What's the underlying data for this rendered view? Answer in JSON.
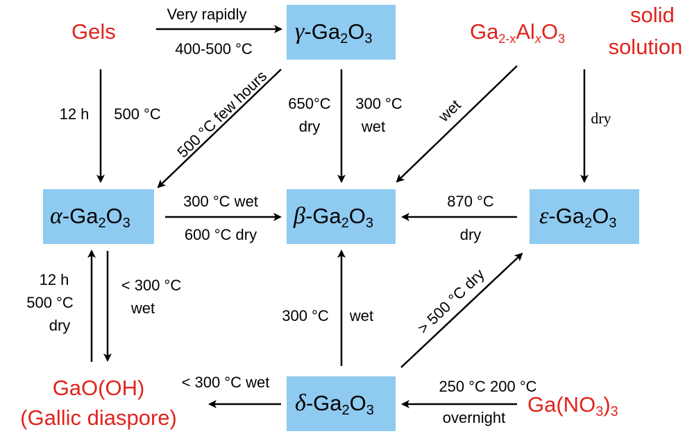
{
  "colors": {
    "box_fill": "#8fcaf0",
    "red_text": "#e0231d",
    "arrow": "#000000"
  },
  "nodes": {
    "gamma": {
      "symbol": "γ",
      "text": "-Ga",
      "sub1": "2",
      "mid": "O",
      "sub2": "3"
    },
    "alpha": {
      "symbol": "α",
      "text": "-Ga",
      "sub1": "2",
      "mid": "O",
      "sub2": "3"
    },
    "beta": {
      "symbol": "β",
      "text": "-Ga",
      "sub1": "2",
      "mid": "O",
      "sub2": "3"
    },
    "epsilon": {
      "symbol": "ε",
      "text": "-Ga",
      "sub1": "2",
      "mid": "O",
      "sub2": "3"
    },
    "delta": {
      "symbol": "δ",
      "text": "-Ga",
      "sub1": "2",
      "mid": "O",
      "sub2": "3"
    }
  },
  "red_labels": {
    "gels": "Gels",
    "solid_solution_part1": "Ga",
    "solid_solution_sub1": "2-x",
    "solid_solution_part2": "Al",
    "solid_solution_sub2": "x",
    "solid_solution_part3": "O",
    "solid_solution_sub3": "3",
    "solid_line1": "solid",
    "solid_line2": "solution",
    "gaooh_line1": "GaO(OH)",
    "gaooh_line2": "(Gallic diaspore)",
    "ganitrate_part1": "Ga(NO",
    "ganitrate_sub1": "3",
    "ganitrate_part2": ")",
    "ganitrate_sub2": "3"
  },
  "edge_labels": {
    "gels_gamma_top": "Very rapidly",
    "gels_gamma_bottom": "400-500 °C",
    "gels_alpha_left": "12 h",
    "gels_alpha_right": "500 °C",
    "gamma_alpha": "500 °C few hours",
    "gamma_beta_left1": "650°C",
    "gamma_beta_left2": "dry",
    "gamma_beta_right1": "300 °C",
    "gamma_beta_right2": "wet",
    "ss_beta": "wet",
    "ss_epsilon": "dry",
    "alpha_beta_top": "300 °C wet",
    "alpha_beta_bottom": "600 °C dry",
    "epsilon_beta_top": "870 °C",
    "epsilon_beta_bottom": "dry",
    "gaooh_alpha1": "12 h",
    "gaooh_alpha2": "500 °C",
    "gaooh_alpha3": "dry",
    "alpha_gaooh1": "< 300 °C",
    "alpha_gaooh2": "wet",
    "delta_beta_left": "300 °C",
    "delta_beta_right": "wet",
    "delta_epsilon": "> 500 °C dry",
    "delta_gaooh": "< 300 °C wet",
    "nitrate_delta_top": "250 °C 200 °C",
    "nitrate_delta_bottom": "overnight"
  }
}
